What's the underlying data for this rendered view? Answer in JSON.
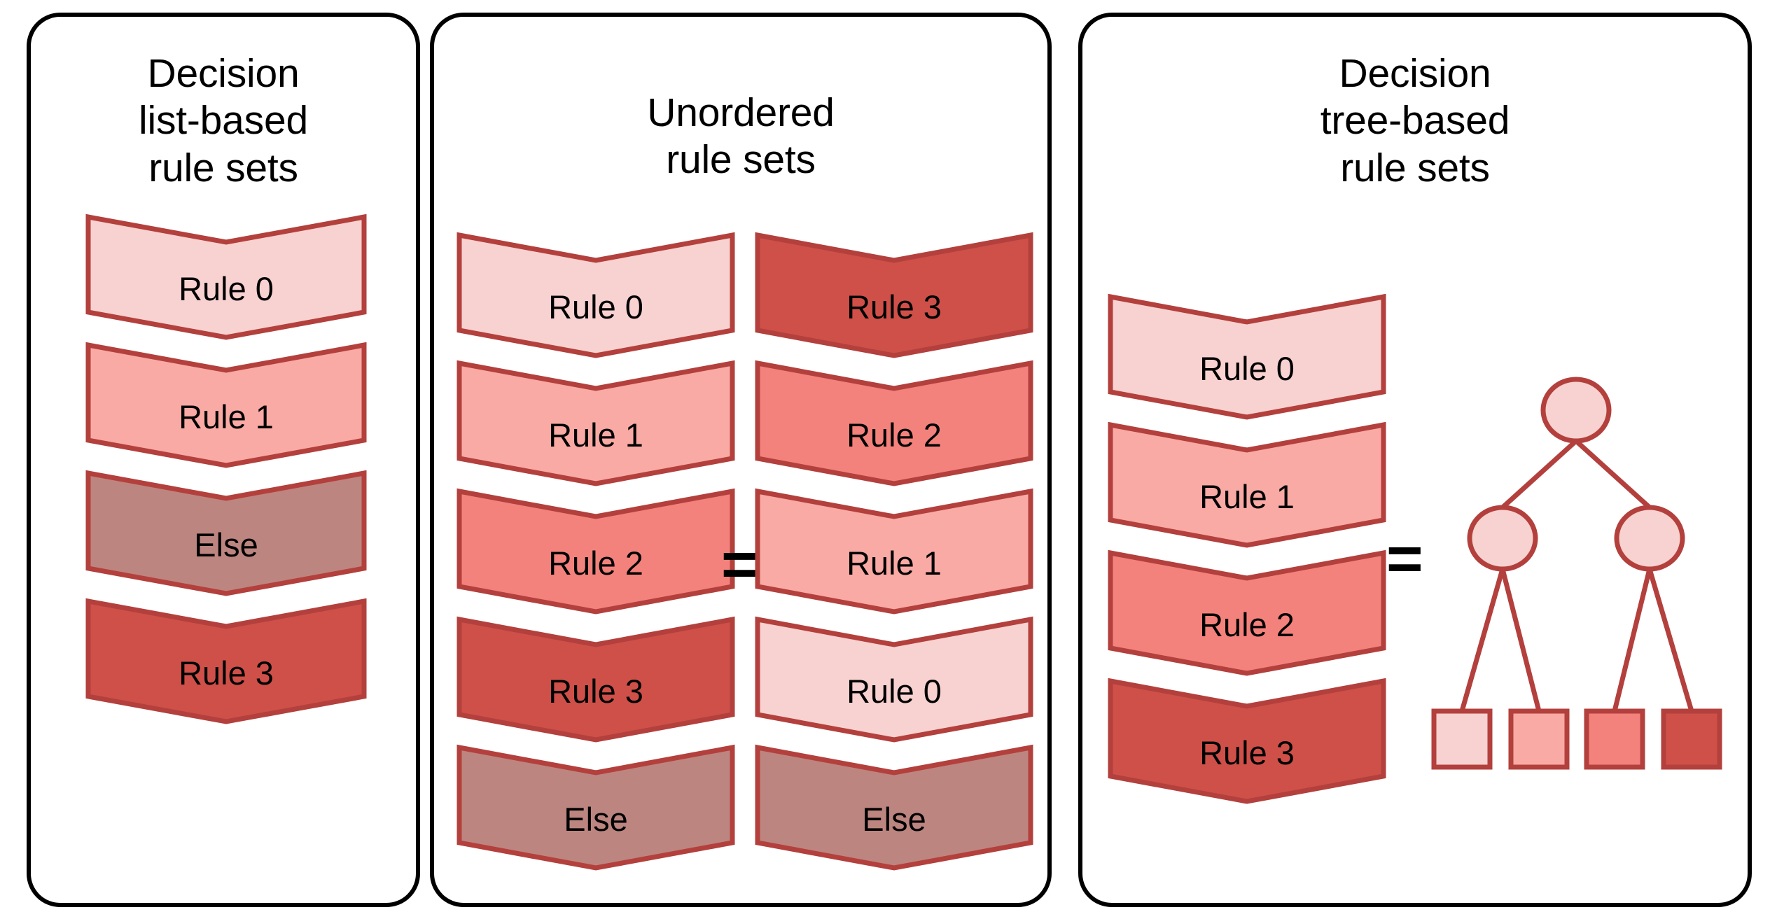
{
  "figure": {
    "type": "diagram",
    "description": "Three rounded panels comparing rule set representations",
    "background": "#ffffff"
  },
  "palette": {
    "stroke": "#b3403c",
    "panel_border": "#000000",
    "shade_0": "#f7d2d0",
    "shade_1": "#f9aaa5",
    "shade_2": "#f4827c",
    "shade_3": "#cf5049",
    "shade_else": "#bd8580",
    "text": "#000000"
  },
  "panels": [
    {
      "id": "decision-list",
      "title": "Decision\nlist-based\nrule sets",
      "stacks": [
        {
          "id": "dl-stack",
          "items": [
            {
              "label": "Rule 0",
              "fill": "#f7d2d0"
            },
            {
              "label": "Rule 1",
              "fill": "#f9aaa5"
            },
            {
              "label": "Else",
              "fill": "#bd8580"
            },
            {
              "label": "Rule 3",
              "fill": "#cf5049"
            }
          ]
        }
      ],
      "equals": []
    },
    {
      "id": "unordered",
      "title": "Unordered\nrule sets",
      "stacks": [
        {
          "id": "unordered-left",
          "items": [
            {
              "label": "Rule 0",
              "fill": "#f7d2d0"
            },
            {
              "label": "Rule 1",
              "fill": "#f9aaa5"
            },
            {
              "label": "Rule 2",
              "fill": "#f4827c"
            },
            {
              "label": "Rule 3",
              "fill": "#cf5049"
            },
            {
              "label": "Else",
              "fill": "#bd8580"
            }
          ]
        },
        {
          "id": "unordered-right",
          "items": [
            {
              "label": "Rule 3",
              "fill": "#cf5049"
            },
            {
              "label": "Rule 2",
              "fill": "#f4827c"
            },
            {
              "label": "Rule 1",
              "fill": "#f9aaa5"
            },
            {
              "label": "Rule 0",
              "fill": "#f7d2d0"
            },
            {
              "label": "Else",
              "fill": "#bd8580"
            }
          ]
        }
      ],
      "equals": [
        "="
      ]
    },
    {
      "id": "decision-tree",
      "title": "Decision\ntree-based\nrule sets",
      "stacks": [
        {
          "id": "dt-stack",
          "items": [
            {
              "label": "Rule 0",
              "fill": "#f7d2d0"
            },
            {
              "label": "Rule 1",
              "fill": "#f9aaa5"
            },
            {
              "label": "Rule 2",
              "fill": "#f4827c"
            },
            {
              "label": "Rule 3",
              "fill": "#cf5049"
            }
          ]
        }
      ],
      "equals": [
        "="
      ],
      "tree": {
        "nodes": [
          {
            "id": "root",
            "shape": "circle",
            "fill": "#f7d2d0"
          },
          {
            "id": "left",
            "shape": "circle",
            "fill": "#f7d2d0"
          },
          {
            "id": "right",
            "shape": "circle",
            "fill": "#f7d2d0"
          }
        ],
        "leaves": [
          {
            "id": "leaf-0",
            "shape": "square",
            "fill": "#f7d2d0"
          },
          {
            "id": "leaf-1",
            "shape": "square",
            "fill": "#f9aaa5"
          },
          {
            "id": "leaf-2",
            "shape": "square",
            "fill": "#f4827c"
          },
          {
            "id": "leaf-3",
            "shape": "square",
            "fill": "#cf5049"
          }
        ],
        "edges": [
          [
            "root",
            "left"
          ],
          [
            "root",
            "right"
          ],
          [
            "left",
            "leaf-0"
          ],
          [
            "left",
            "leaf-1"
          ],
          [
            "right",
            "leaf-2"
          ],
          [
            "right",
            "leaf-3"
          ]
        ]
      }
    }
  ]
}
